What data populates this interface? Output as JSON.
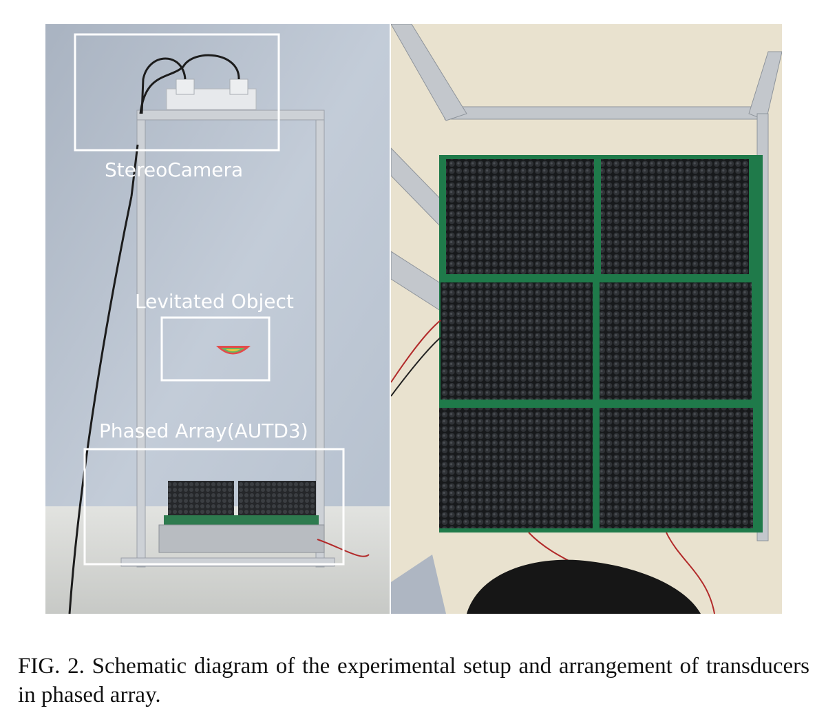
{
  "figure": {
    "left_photo": {
      "labels": {
        "stereo_camera": "StereoCamera",
        "levitated_object": "Levitated Object",
        "phased_array": "Phased Array(AUTD3)"
      }
    }
  },
  "caption": {
    "text": "FIG. 2. Schematic diagram of the experimental setup and arrangement of transducers in phased array."
  },
  "colors": {
    "wall": "#b8c3d2",
    "floor": "#d9dbd8",
    "frame": "#c9cdd2",
    "transducer": "#1e2023",
    "pcb": "#1f7a4a",
    "annotation": "#ffffff"
  }
}
